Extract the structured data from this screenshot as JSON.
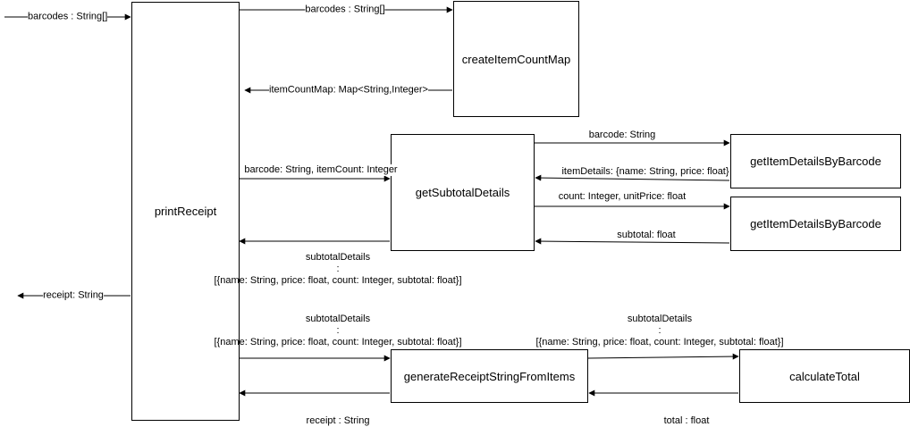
{
  "nodes": {
    "printReceipt": "printReceipt",
    "createItemCountMap": "createItemCountMap",
    "getSubtotalDetails": "getSubtotalDetails",
    "getItemDetails1": "getItemDetailsByBarcode",
    "getItemDetails2": "getItemDetailsByBarcode",
    "generateReceipt": "generateReceiptStringFromItems",
    "calculateTotal": "calculateTotal"
  },
  "edges": {
    "input_barcodes": "barcodes : String[]",
    "to_create": "barcodes : String[]",
    "from_create": "itemCountMap: Map<String,Integer>",
    "to_subtotal": "barcode: String, itemCount: Integer",
    "to_item_details": "barcode: String",
    "from_item_details": "itemDetails: {name: String, price: float}",
    "to_item_calc": "count: Integer, unitPrice: float",
    "from_item_calc": "subtotal: float",
    "from_subtotal": {
      "name": "subtotalDetails",
      "sep": ":",
      "type": "[{name: String, price: float, count: Integer, subtotal: float}]"
    },
    "to_generate": {
      "name": "subtotalDetails",
      "sep": ":",
      "type": "[{name: String, price: float, count: Integer, subtotal: float}]"
    },
    "to_calculate": {
      "name": "subtotalDetails",
      "sep": ":",
      "type": "[{name: String, price: float, count: Integer, subtotal: float}]"
    },
    "from_generate": "receipt : String",
    "from_calculate": "total : float",
    "output_receipt": "receipt: String"
  }
}
